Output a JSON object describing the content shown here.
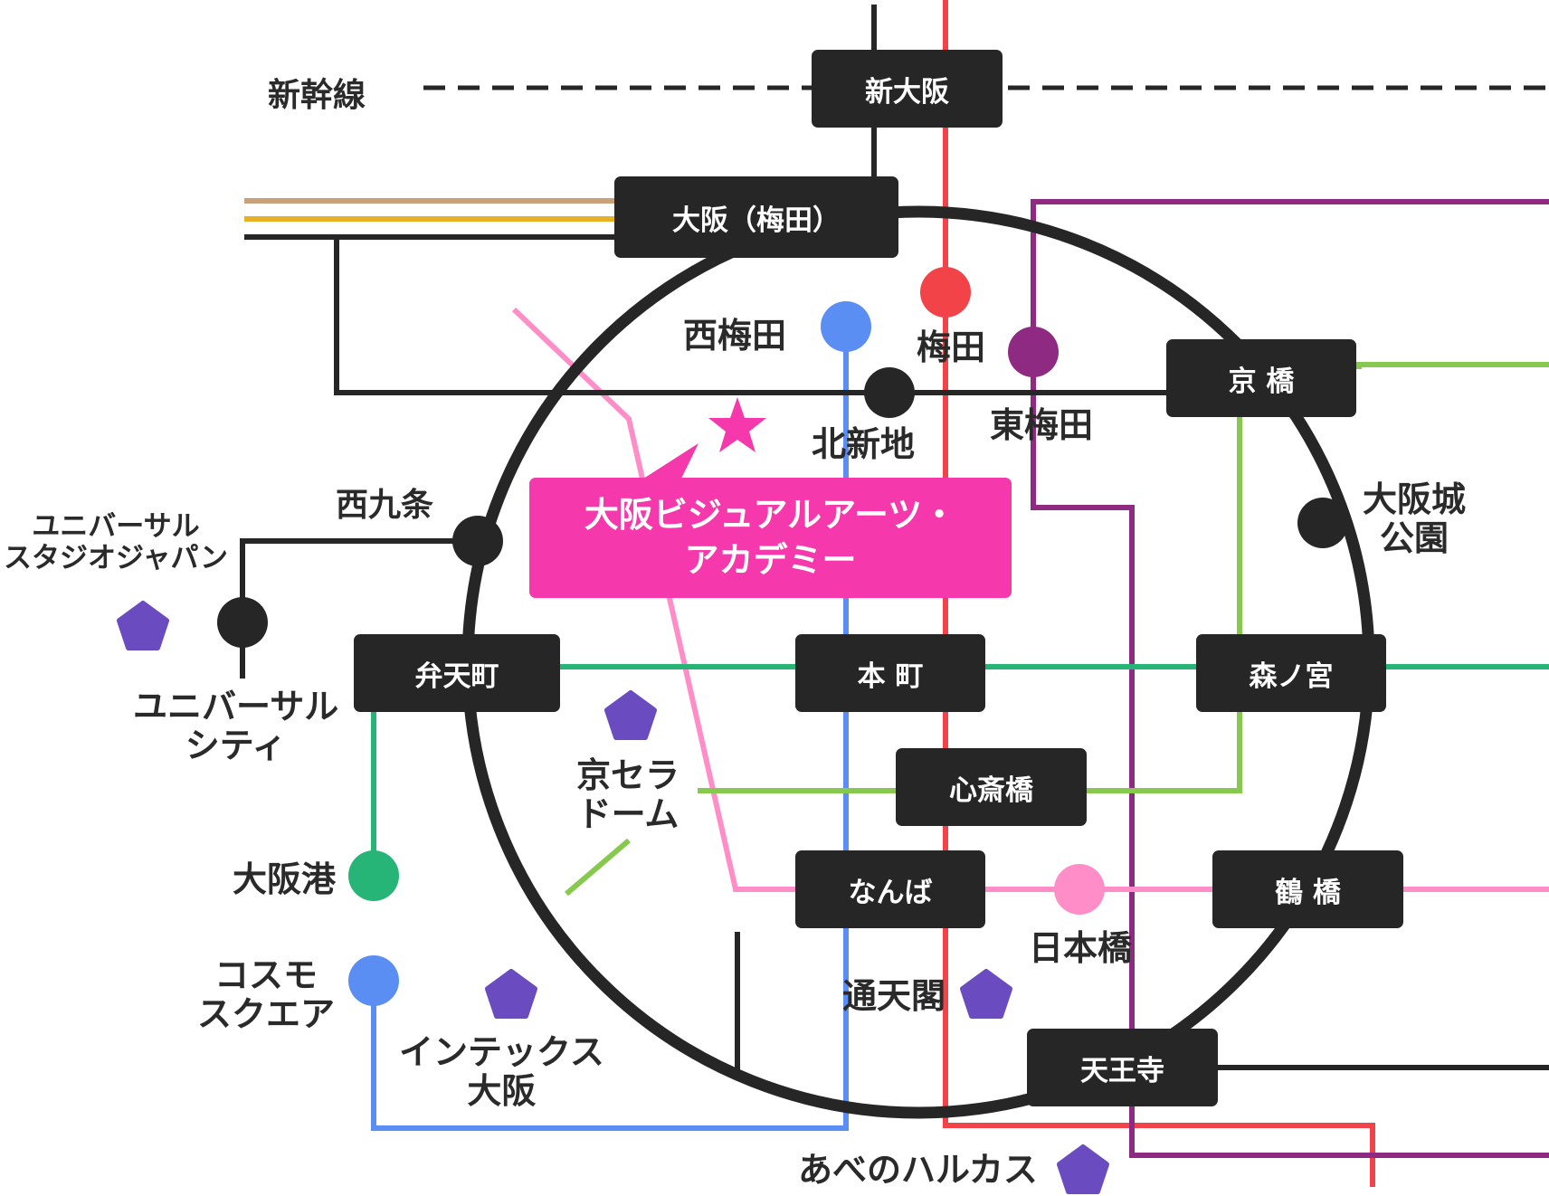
{
  "colors": {
    "loop": "#262626",
    "shinkansen": "#262626",
    "midosuji": "#f24448",
    "yotsubashi": "#5b8ef2",
    "tanimachi": "#8e2a82",
    "nagahori": "#86c94e",
    "chuo": "#27b477",
    "sakaisuji": "#ff8ec8",
    "highlight": "#f538ab",
    "landmark": "#6b4bc0"
  },
  "lines": {
    "shinkansen_label": "新幹線"
  },
  "stations": {
    "shin_osaka": "新大阪",
    "osaka_umeda": "大阪（梅田）",
    "kyobashi": "京 橋",
    "bentencho": "弁天町",
    "honmachi": "本 町",
    "morinomiya": "森ノ宮",
    "shinsaibashi": "心斎橋",
    "namba": "なんば",
    "tsuruhashi": "鶴 橋",
    "tennoji": "天王寺",
    "nishi_umeda": "西梅田",
    "umeda": "梅田",
    "kitashinchi": "北新地",
    "higashi_umeda": "東梅田",
    "nishikujo": "西九条",
    "osakajo_koen_1": "大阪城",
    "osakajo_koen_2": "公園",
    "universal_city_1": "ユニバーサル",
    "universal_city_2": "シティ",
    "osakako": "大阪港",
    "cosmo_square_1": "コスモ",
    "cosmo_square_2": "スクエア",
    "nipponbashi": "日本橋"
  },
  "landmarks": {
    "usj_1": "ユニバーサル",
    "usj_2": "スタジオジャパン",
    "kyocera_1": "京セラ",
    "kyocera_2": "ドーム",
    "intex_1": "インテックス",
    "intex_2": "大阪",
    "tsutenkaku": "通天閣",
    "harukas": "あべのハルカス"
  },
  "highlight": {
    "line1": "大阪ビジュアルアーツ・",
    "line2": "アカデミー"
  }
}
